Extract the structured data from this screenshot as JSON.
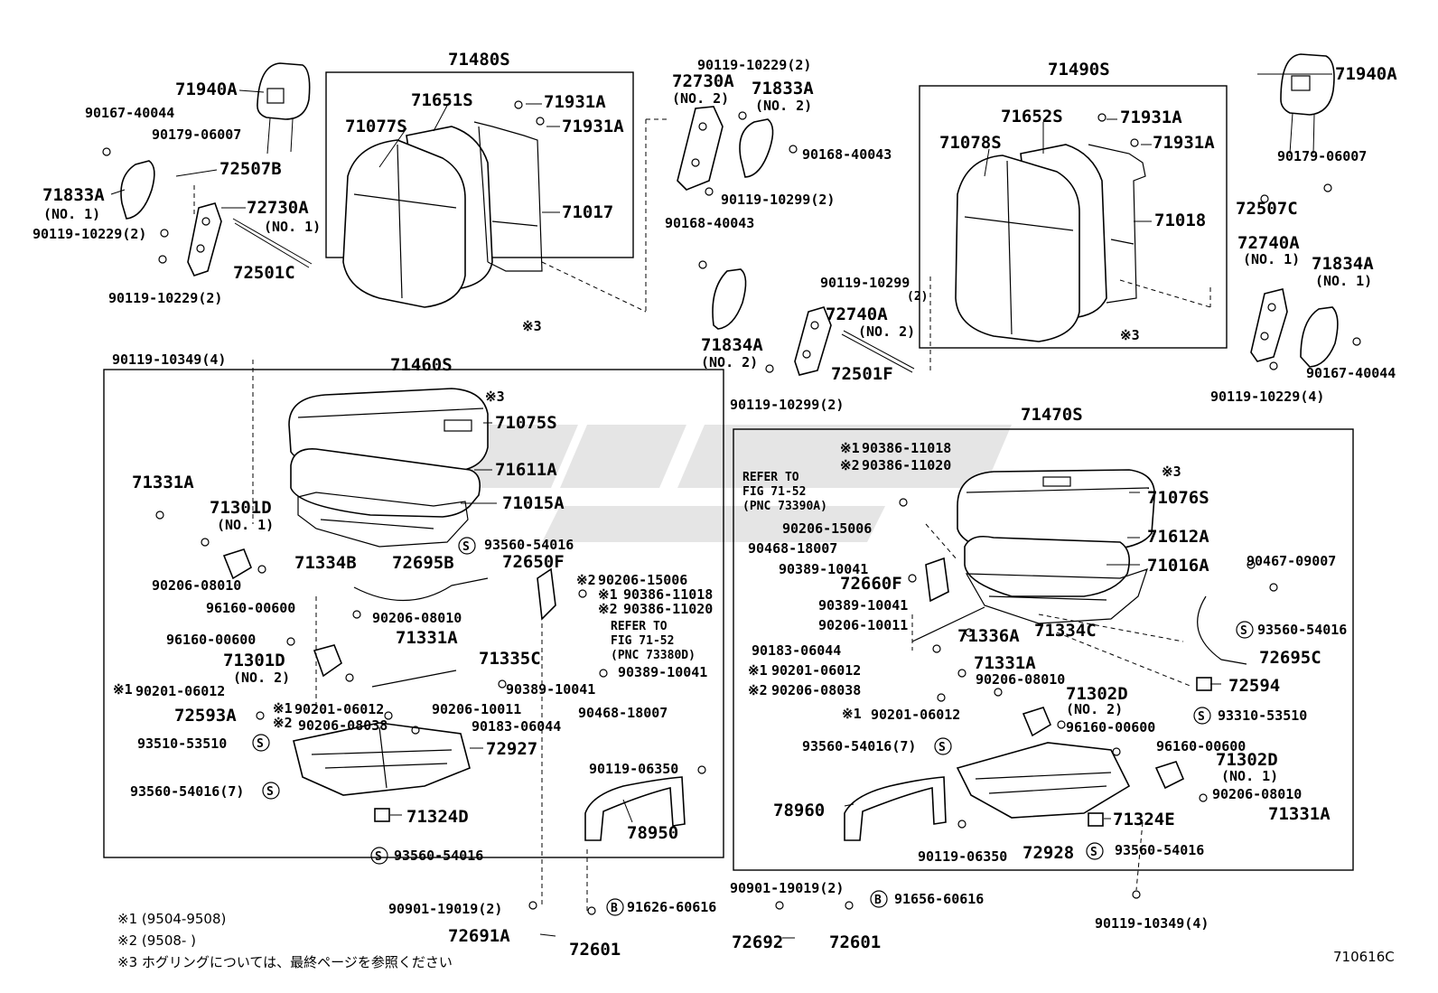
{
  "labels": {
    "l71480S": "71480S",
    "l71940A_l": "71940A",
    "l90167_40044_l": "90167-40044",
    "l90179_06007_l": "90179-06007",
    "l72507B": "72507B",
    "l71833A_l": "71833A",
    "l71833A_l_no": "(NO. 1)",
    "l72730A_l": "72730A",
    "l72730A_l_no": "(NO. 1)",
    "l90119_10229_2a": "90119-10229(2)",
    "l72501C": "72501C",
    "l90119_10229_2b": "90119-10229(2)",
    "l71651S": "71651S",
    "l71077S": "71077S",
    "l71931A_a": "71931A",
    "l71931A_b": "71931A",
    "l71017": "71017",
    "l_k3_a": "※3",
    "l90119_10229_2c": "90119-10229(2)",
    "l72730A_2": "72730A",
    "l72730A_2_no": "(NO. 2)",
    "l71833A_2": "71833A",
    "l71833A_2_no": "(NO. 2)",
    "l90168_40043_a": "90168-40043",
    "l90119_10299_2a": "90119-10299(2)",
    "l90168_40043_b": "90168-40043",
    "l71834A_2": "71834A",
    "l71834A_2_no": "(NO. 2)",
    "l90119_10299_2b": "90119-10299",
    "l90119_10299_2b_q": "(2)",
    "l72740A_2": "72740A",
    "l72740A_2_no": "(NO. 2)",
    "l72501F": "72501F",
    "l90119_10299_2c": "90119-10299(2)",
    "l71490S": "71490S",
    "l71652S": "71652S",
    "l71078S": "71078S",
    "l71931A_c": "71931A",
    "l71931A_d": "71931A",
    "l71018": "71018",
    "l_k3_b": "※3",
    "l71940A_r": "71940A",
    "l90179_06007_r": "90179-06007",
    "l72507C": "72507C",
    "l72740A_1": "72740A",
    "l72740A_1_no": "(NO. 1)",
    "l71834A_1": "71834A",
    "l71834A_1_no": "(NO. 1)",
    "l90167_40044_r": "90167-40044",
    "l90119_10229_4": "90119-10229(4)",
    "l90119_10349_4a": "90119-10349(4)",
    "l71460S": "71460S",
    "l_k3_c": "※3",
    "l71075S": "71075S",
    "l71611A": "71611A",
    "l71015A": "71015A",
    "l71331A_a": "71331A",
    "l71301D_1": "71301D",
    "l71301D_1_no": "(NO. 1)",
    "l71334B": "71334B",
    "l72695B": "72695B",
    "l93560_54016_a": "93560-54016",
    "l90206_08010_a": "90206-08010",
    "l96160_00600_a": "96160-00600",
    "l90206_08010_b": "90206-08010",
    "l96160_00600_b": "96160-00600",
    "l71331A_b": "71331A",
    "l71301D_2": "71301D",
    "l71301D_2_no": "(NO. 2)",
    "l71335C": "71335C",
    "l90201_06012_a": "90201-06012",
    "l72650F": "72650F",
    "l90206_15006_a": "90206-15006",
    "l90386_11018_a": "90386-11018",
    "l90386_11020_a": "90386-11020",
    "l_refer_a1": "REFER TO",
    "l_refer_a2": "FIG 71-52",
    "l_refer_a3": "(PNC 73380D)",
    "l90389_10041_a": "90389-10041",
    "l90389_10041_b": "90389-10041",
    "l72593A": "72593A",
    "l90201_06012_b": "90201-06012",
    "l90206_08038_a": "90206-08038",
    "l90206_10011_a": "90206-10011",
    "l90183_06044_a": "90183-06044",
    "l90468_18007_a": "90468-18007",
    "l93510_53510": "93510-53510",
    "l72927": "72927",
    "l93560_54016_7a": "93560-54016(7)",
    "l71324D": "71324D",
    "l93560_54016_b": "93560-54016",
    "l90119_06350_a": "90119-06350",
    "l78950": "78950",
    "l90901_19019_2a": "90901-19019(2)",
    "l72691A": "72691A",
    "l91626_60616": "91626-60616",
    "l72601_a": "72601",
    "l71470S": "71470S",
    "l90386_11018_b": "90386-11018",
    "l90386_11020_b": "90386-11020",
    "l_refer_b1": "REFER TO",
    "l_refer_b2": "FIG 71-52",
    "l_refer_b3": "(PNC 73390A)",
    "l90206_15006_b": "90206-15006",
    "l90468_18007_b": "90468-18007",
    "l90389_10041_c": "90389-10041",
    "l72660F": "72660F",
    "l90389_10041_d": "90389-10041",
    "l90206_10011_b": "90206-10011",
    "l90183_06044_b": "90183-06044",
    "l90201_06012_c": "90201-06012",
    "l90206_08038_b": "90206-08038",
    "l90201_06012_d": "90201-06012",
    "l_k3_d": "※3",
    "l71076S": "71076S",
    "l71612A": "71612A",
    "l71016A": "71016A",
    "l90467_09007": "90467-09007",
    "l71336A": "71336A",
    "l71334C": "71334C",
    "l93560_54016_c": "93560-54016",
    "l72695C": "72695C",
    "l71331A_c": "71331A",
    "l90206_08010_c": "90206-08010",
    "l71302D_2": "71302D",
    "l71302D_2_no": "(NO. 2)",
    "l72594": "72594",
    "l96160_00600_c": "96160-00600",
    "l93310_53510": "93310-53510",
    "l93560_54016_7b": "93560-54016(7)",
    "l96160_00600_d": "96160-00600",
    "l71302D_1": "71302D",
    "l71302D_1_no": "(NO. 1)",
    "l90206_08010_d": "90206-08010",
    "l78960": "78960",
    "l71331A_d": "71331A",
    "l71324E": "71324E",
    "l90119_06350_b": "90119-06350",
    "l72928": "72928",
    "l93560_54016_d": "93560-54016",
    "l90901_19019_2b": "90901-19019(2)",
    "l91656_60616": "91656-60616",
    "l72692": "72692",
    "l72601_b": "72601",
    "l90119_10349_4b": "90119-10349(4)",
    "l_k1_a": "※1",
    "l_k2_a": "※2",
    "l_k2_b": "※2",
    "l_k1_b": "※1",
    "l_k2_c": "※2",
    "l_k1_c": "※1",
    "l_k2_d": "※2",
    "l_k1_d": "※1",
    "l_k1_e": "※1",
    "l_k2_e": "※2",
    "l_k1_f": "※1"
  },
  "notes": {
    "n1": "※1 (9504-9508)",
    "n2": "※2 (9508-     )",
    "n3": "※3 ホグリングについては、最終ページを参照ください"
  },
  "figure_code": "710616C",
  "symbols": {
    "s": "S",
    "b": "B"
  }
}
